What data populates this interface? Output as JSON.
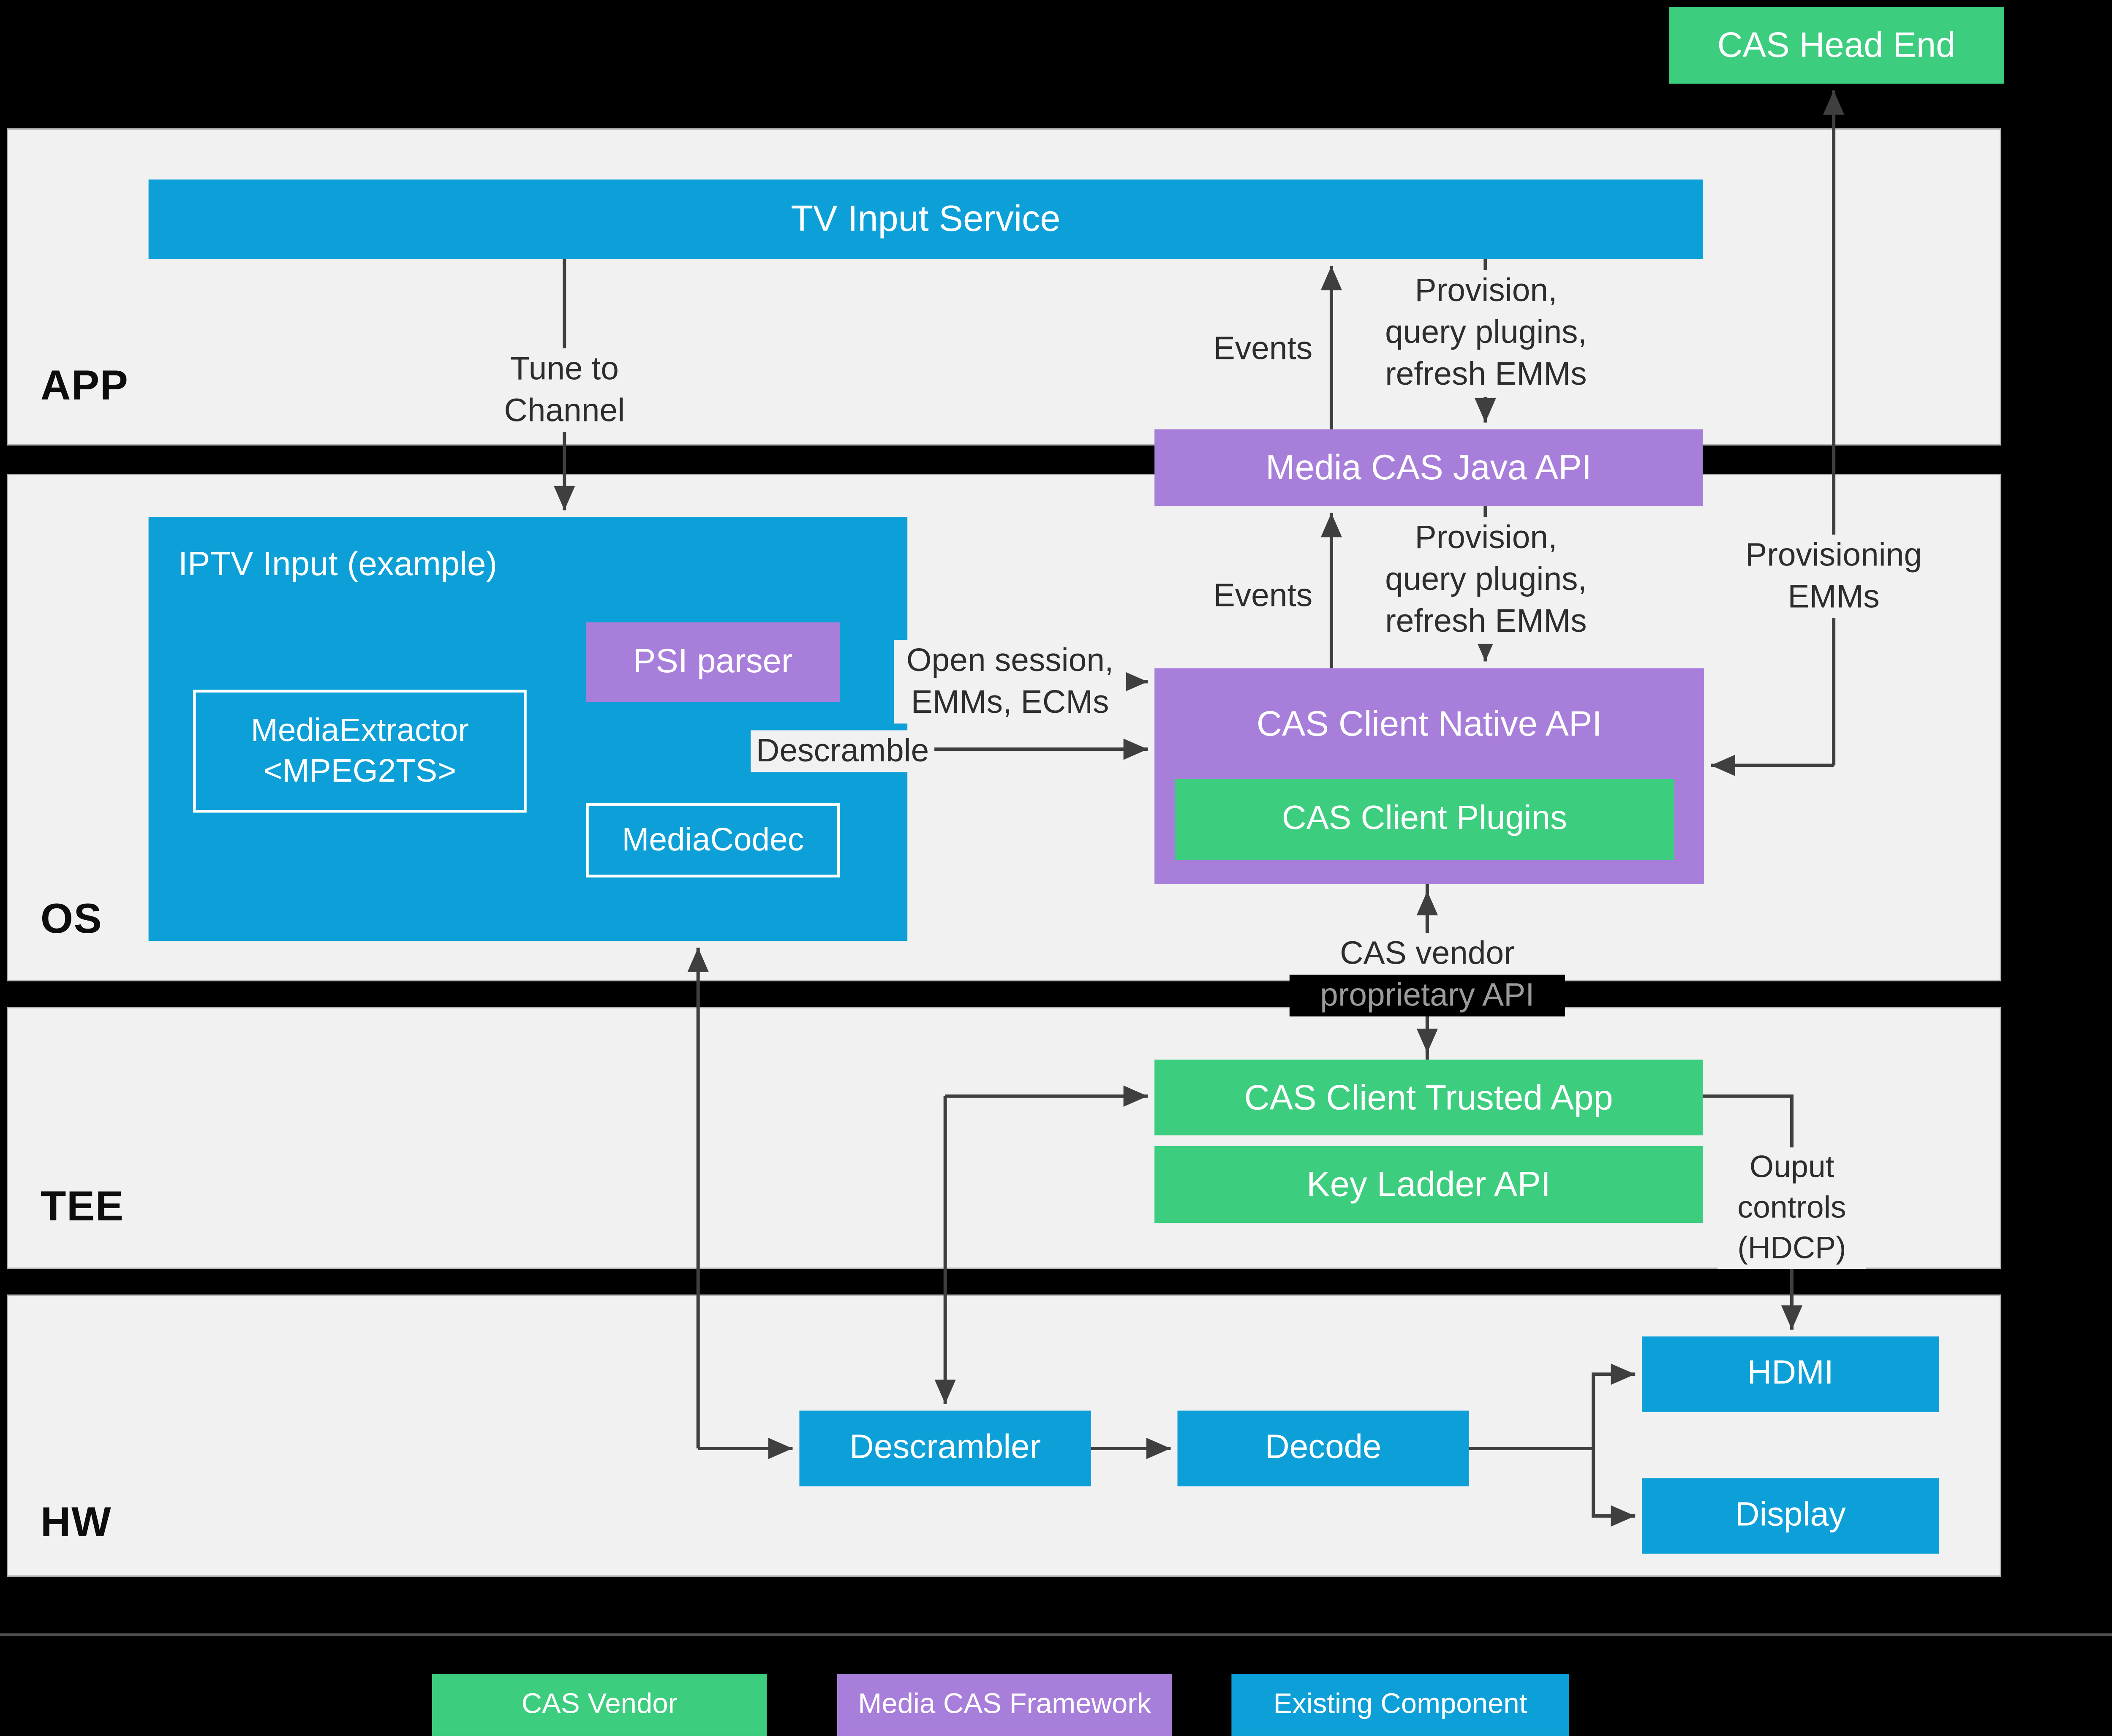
{
  "bands": [
    {
      "label": "APP"
    },
    {
      "label": "OS"
    },
    {
      "label": "TEE"
    },
    {
      "label": "HW"
    }
  ],
  "nodes": {
    "cas_head_end": "CAS Head End",
    "tv_input_service": "TV Input Service",
    "media_cas_java_api": "Media CAS Java API",
    "iptv_input": "IPTV Input (example)",
    "psi_parser": "PSI parser",
    "media_extractor": "MediaExtractor\n<MPEG2TS>",
    "media_codec": "MediaCodec",
    "cas_client_native_api": "CAS Client Native API",
    "cas_client_plugins": "CAS Client Plugins",
    "cas_client_trusted_app": "CAS Client Trusted App",
    "key_ladder_api": "Key Ladder API",
    "descrambler": "Descrambler",
    "decode": "Decode",
    "hdmi": "HDMI",
    "display": "Display"
  },
  "edge_labels": {
    "tune_to_channel": "Tune to\nChannel",
    "events_app": "Events",
    "provision_app": "Provision,\nquery plugins,\nrefresh EMMs",
    "events_os": "Events",
    "provision_os": "Provision,\nquery plugins,\nrefresh EMMs",
    "provisioning_emms": "Provisioning\nEMMs",
    "open_session": "Open session,\nEMMs, ECMs",
    "descramble": "Descramble",
    "cas_vendor_api_line1": "CAS vendor",
    "cas_vendor_api_line2": "proprietary API",
    "output_controls": "Ouput\ncontrols\n(HDCP)"
  },
  "legend": [
    {
      "label": "CAS Vendor",
      "color": "#3CCD7E"
    },
    {
      "label": "Media CAS Framework",
      "color": "#A87EDB"
    },
    {
      "label": "Existing Component",
      "color": "#0DA0D8"
    }
  ],
  "colors": {
    "vendor_green": "#3CCD7E",
    "framework_purple": "#A87EDB",
    "existing_blue": "#0DA0D8",
    "band_background": "#F1F1F1",
    "connector": "#3F3F3F",
    "page_background": "#000000"
  }
}
